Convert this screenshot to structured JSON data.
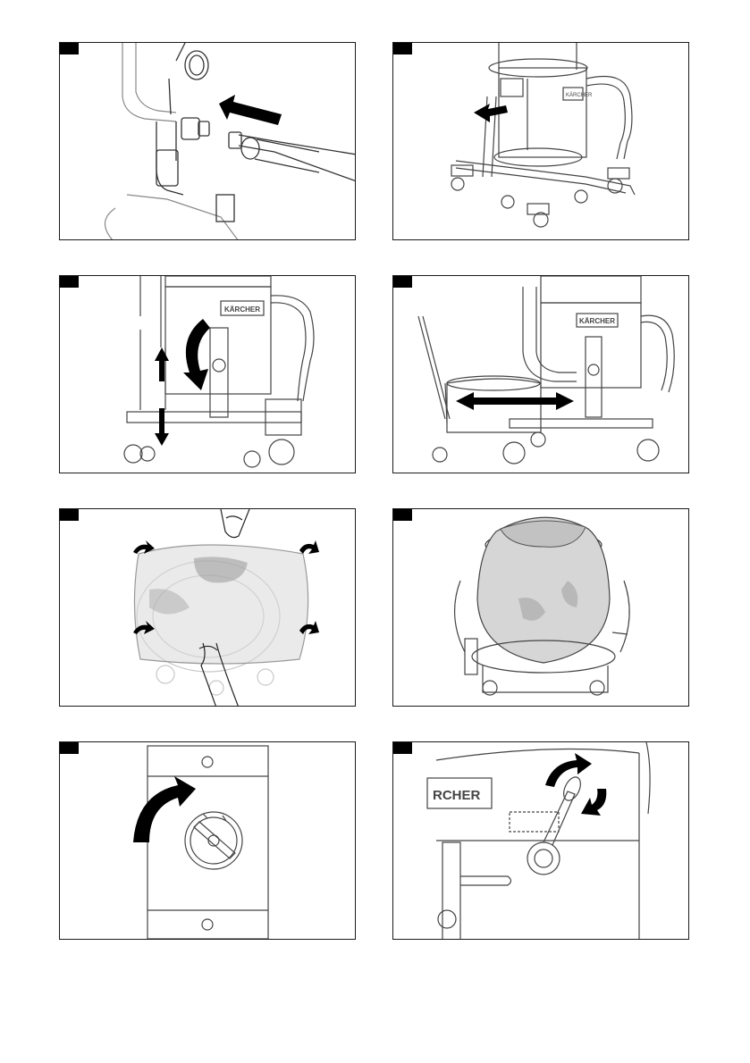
{
  "brand_label": "KÄRCHER",
  "panel8_brand_label": "RCHER",
  "colors": {
    "frame": "#1a1a1a",
    "line": "#555555",
    "light_line": "#b0b0b0",
    "arrow": "#000000",
    "bag": "#d9d9d9"
  },
  "panels": [
    {
      "id": "p1",
      "icons": [
        "hose-connector-icon",
        "push-arrow-icon"
      ]
    },
    {
      "id": "p2",
      "icons": [
        "vacuum-cart-icon",
        "push-arrow-icon"
      ]
    },
    {
      "id": "p3",
      "icons": [
        "lever-icon",
        "rotate-arrow-icon",
        "up-arrow-icon",
        "down-arrow-icon"
      ]
    },
    {
      "id": "p4",
      "icons": [
        "container-cart-icon",
        "double-arrow-icon"
      ]
    },
    {
      "id": "p5",
      "icons": [
        "bag-icon",
        "hand-icon",
        "fold-arrow-icon"
      ]
    },
    {
      "id": "p6",
      "icons": [
        "bag-in-bin-icon"
      ]
    },
    {
      "id": "p7",
      "icons": [
        "rotary-switch-icon",
        "curved-arrow-icon"
      ]
    },
    {
      "id": "p8",
      "icons": [
        "filter-shaker-icon",
        "rotate-arrow-icon"
      ]
    }
  ]
}
